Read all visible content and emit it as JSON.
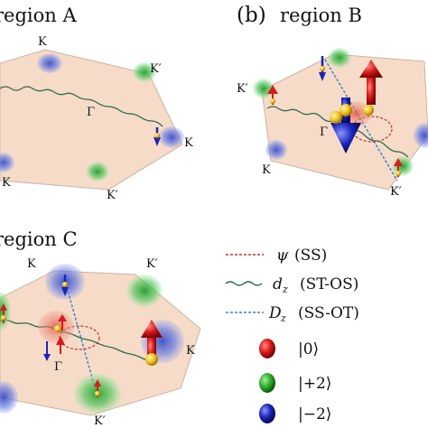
{
  "panels": {
    "a": {
      "title": "region A",
      "points": {
        "k1": "K",
        "k2": "K′",
        "gamma": "Γ",
        "k3": "K",
        "k4": "K",
        "k5": "K′"
      }
    },
    "b": {
      "title_prefix": "(b)",
      "title": "region B",
      "points": {
        "k1": "K′",
        "gamma": "Γ",
        "k2": "K",
        "k3": "K′"
      }
    },
    "c": {
      "title": "region C",
      "points": {
        "k1": "K",
        "k2": "K′",
        "gamma": "Γ",
        "k3": "K",
        "k4": "K′"
      }
    }
  },
  "legend": {
    "psi": {
      "symbol": "ψ",
      "label": "(SS)",
      "color": "#c03535"
    },
    "dz": {
      "symbol": "d",
      "sub": "z",
      "label": "(ST-OS)",
      "color": "#2f6b4f"
    },
    "Dz": {
      "symbol": "D",
      "sub": "z",
      "label": "(SS-OT)",
      "color": "#3c84c8"
    },
    "state0": {
      "label": "|0⟩",
      "color": "#d91a1a"
    },
    "state_plus2": {
      "label": "|+2⟩",
      "color": "#2fae2f"
    },
    "state_minus2": {
      "label": "|−2⟩",
      "color": "#1a26b8"
    }
  }
}
